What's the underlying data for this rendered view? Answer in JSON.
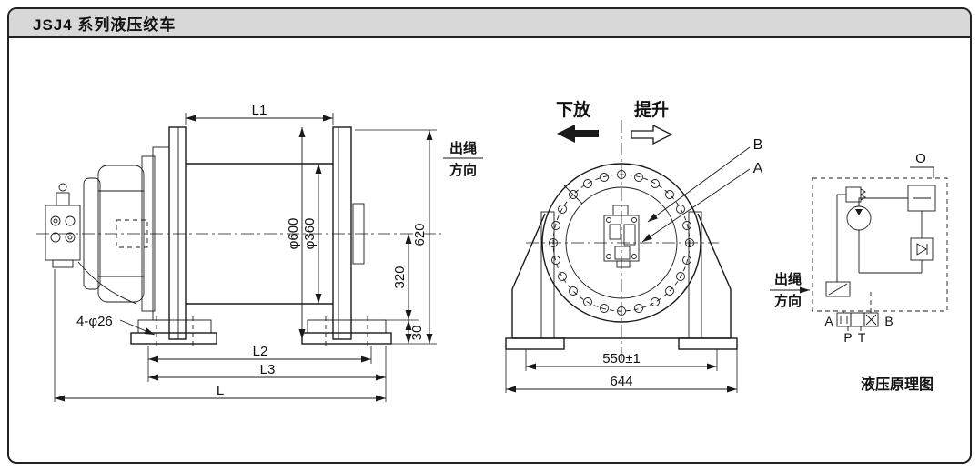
{
  "window": {
    "title": "JSJ4 系列液压绞车"
  },
  "side_view": {
    "dims": {
      "l1": "L1",
      "l2": "L2",
      "l3": "L3",
      "l": "L",
      "phi600": "φ600",
      "phi360": "φ360",
      "h620": "620",
      "h320": "320",
      "h30": "30",
      "bolt_holes": "4-φ26"
    },
    "rope_direction": {
      "line1": "出绳",
      "line2": "方向"
    }
  },
  "front_view": {
    "labels": {
      "lower": "下放",
      "lift": "提升",
      "port_b": "B",
      "port_a": "A"
    },
    "dims": {
      "bolt_span": "550±1",
      "base_width": "644"
    }
  },
  "schematic": {
    "labels": {
      "o": "O",
      "a": "A",
      "b": "B",
      "p": "P",
      "t": "T"
    },
    "rope_direction": {
      "line1": "出绳",
      "line2": "方向"
    },
    "caption": "液压原理图"
  }
}
